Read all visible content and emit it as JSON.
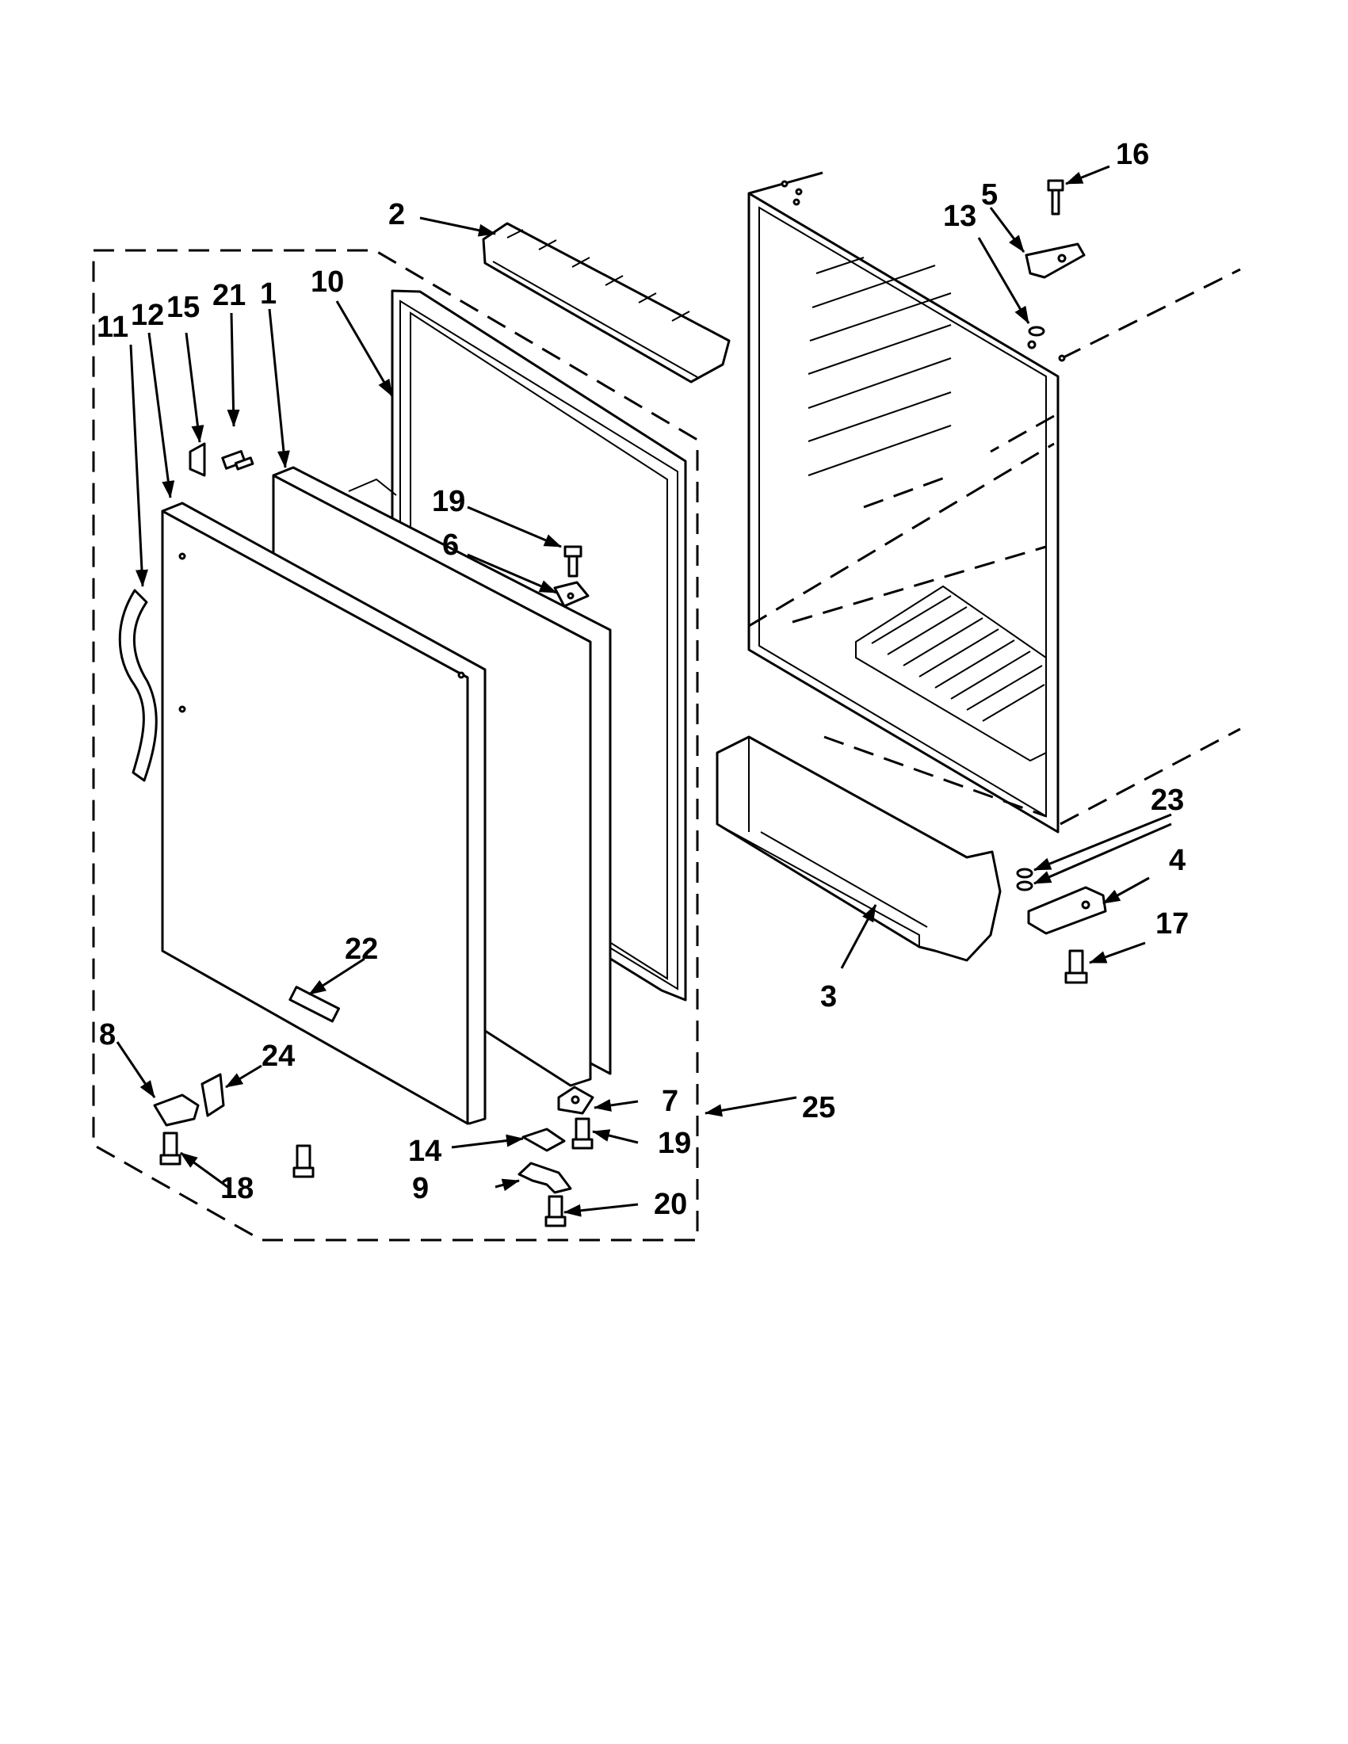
{
  "title": "",
  "callouts": {
    "c1": "1",
    "c2": "2",
    "c3": "3",
    "c4": "4",
    "c5": "5",
    "c6": "6",
    "c7": "7",
    "c8": "8",
    "c9": "9",
    "c10": "10",
    "c11": "11",
    "c12": "12",
    "c13": "13",
    "c14": "14",
    "c15": "15",
    "c16": "16",
    "c17": "17",
    "c18": "18",
    "c19a": "19",
    "c19b": "19",
    "c20": "20",
    "c21": "21",
    "c22": "22",
    "c23": "23",
    "c24": "24",
    "c25": "25"
  },
  "colors": {
    "line": "#000000",
    "background": "#ffffff"
  }
}
